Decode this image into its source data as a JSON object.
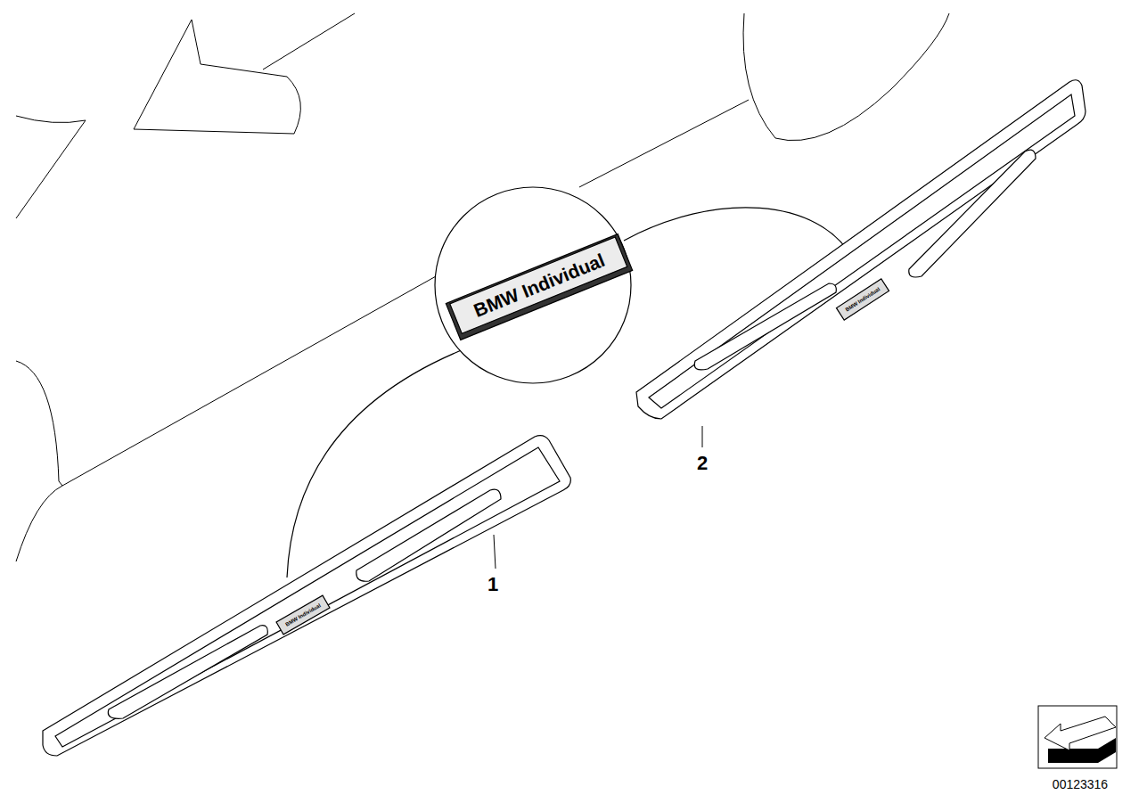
{
  "diagram": {
    "labels": [
      "BMW Individual",
      "BMW Individual",
      "BMW Individual",
      "1",
      "2",
      "00123316"
    ]
  }
}
